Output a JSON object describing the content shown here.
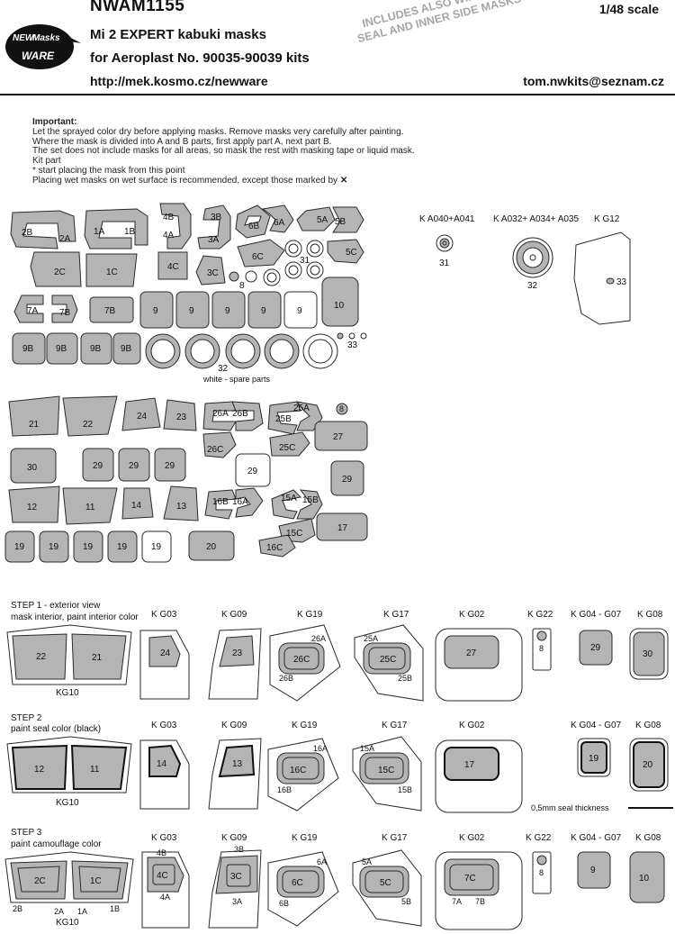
{
  "header": {
    "title": "NWAM1155",
    "scale": "1/48 scale",
    "product": "Mi 2 EXPERT kabuki masks",
    "kits": "for Aeroplast No. 90035-90039 kits",
    "url": "http://mek.kosmo.cz/newware",
    "email": "tom.nwkits@seznam.cz",
    "stamp_line1": "INCLUDES ALSO WINDOWS",
    "stamp_line2": "SEAL AND INNER SIDE MASKS"
  },
  "logo": {
    "line1": "NEW",
    "line2": "Masks",
    "line3": "WARE"
  },
  "notes": {
    "heading": "Important:",
    "lines": [
      "Let the sprayed color dry before applying masks. Remove masks very carefully after painting.",
      "Where the mask is divided into A and B parts, first apply part A, next part B.",
      "The set does not include masks for all areas, so mask the rest with masking tape or liquid mask.",
      "Kit part",
      "*  start placing the mask from this point",
      "Placing wet masks on wet surface is recommended, except those marked by"
    ]
  },
  "sheet": {
    "spare_caption": "white - spare parts",
    "kit_parts": [
      {
        "code": "K A040+A041",
        "part": "31"
      },
      {
        "code": "K A032+ A034+ A035",
        "part": "32"
      },
      {
        "code": "K G12",
        "part": "33"
      }
    ],
    "labels": {
      "l2B": "2B",
      "l2A": "2A",
      "l1A": "1A",
      "l1B": "1B",
      "l4B": "4B",
      "l4A": "4A",
      "l3B": "3B",
      "l3A": "3A",
      "l6B": "6B",
      "l6A": "6A",
      "l5A": "5A",
      "l5B": "5B",
      "l2C": "2C",
      "l1C": "1C",
      "l4C": "4C",
      "l3C": "3C",
      "l6C": "6C",
      "l5C": "5C",
      "l31": "31",
      "l8": "8",
      "l7A": "7A",
      "l7B": "7B",
      "l7Bb": "7B",
      "l9": "9",
      "l10": "10",
      "l9B": "9B",
      "l32": "32",
      "l33": "33",
      "l21": "21",
      "l22": "22",
      "l24": "24",
      "l23": "23",
      "l26A": "26A",
      "l26B": "26B",
      "l25B": "25B",
      "l25A": "25A",
      "l8b": "8",
      "l27": "27",
      "l26C": "26C",
      "l25C": "25C",
      "l30": "30",
      "l29": "29",
      "l12": "12",
      "l11": "11",
      "l14": "14",
      "l13": "13",
      "l16B": "16B",
      "l16A": "16A",
      "l15A": "15A",
      "l15B": "15B",
      "l17": "17",
      "l15C": "15C",
      "l16C": "16C",
      "l19": "19",
      "l20": "20"
    }
  },
  "steps": [
    {
      "title": "STEP 1 - exterior view",
      "subtitle": "mask interior, paint interior color",
      "codes": [
        "K G03",
        "K G09",
        "K G19",
        "K G17",
        "K G02",
        "K G22",
        "K G04 - G07",
        "K G08",
        "KG10"
      ],
      "parts": [
        "22",
        "21",
        "24",
        "23",
        "26C",
        "26A",
        "26B",
        "25C",
        "25A",
        "25B",
        "27",
        "8",
        "29",
        "30"
      ]
    },
    {
      "title": "STEP 2",
      "subtitle": "paint seal color (black)",
      "codes": [
        "K G03",
        "K G09",
        "K G19",
        "K G17",
        "K G02",
        "K G04 - G07",
        "K G08",
        "KG10"
      ],
      "parts": [
        "12",
        "11",
        "14",
        "13",
        "16C",
        "16A",
        "16B",
        "15C",
        "15A",
        "15B",
        "17",
        "19",
        "20"
      ],
      "seal_note": "0,5mm  seal thickness"
    },
    {
      "title": "STEP 3",
      "subtitle": "paint camouflage color",
      "codes": [
        "K G03",
        "K G09",
        "K G19",
        "K G17",
        "K G02",
        "K G22",
        "K G04 - G07",
        "K G08",
        "KG10"
      ],
      "parts": [
        "2C",
        "1C",
        "2B",
        "2A",
        "1A",
        "1B",
        "4C",
        "4B",
        "4A",
        "3C",
        "3B",
        "3A",
        "6C",
        "6A",
        "6B",
        "5C",
        "5A",
        "5B",
        "7C",
        "7A",
        "7B",
        "8",
        "9",
        "10"
      ]
    }
  ],
  "colors": {
    "mask_fill": "#b4b4b4",
    "outline": "#2a2a2a",
    "paper": "#ffffff"
  }
}
